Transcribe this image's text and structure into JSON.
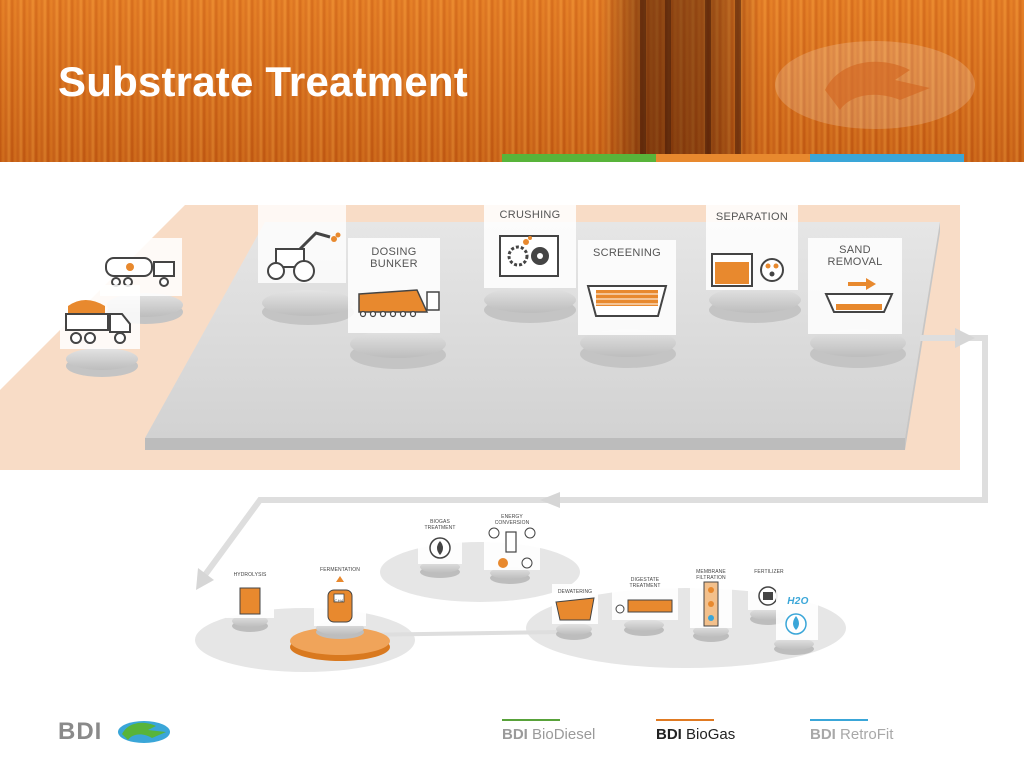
{
  "title": "Substrate Treatment",
  "stage_labels": {
    "dosing_bunker": [
      "DOSING",
      "BUNKER"
    ],
    "crushing": "CRUSHING",
    "screening": "SCREENING",
    "separation": "SEPARATION",
    "sand_removal": [
      "SAND",
      "REMOVAL"
    ]
  },
  "process_labels": {
    "hydrolysis": "HYDROLYSIS",
    "fermentation": "FERMENTATION",
    "biogas_treatment": [
      "BIOGAS",
      "TREATMENT"
    ],
    "energy_conversion": [
      "ENERGY",
      "CONVERSION"
    ],
    "dewatering": "DEWATERING",
    "digestate_treatment": [
      "DIGESTATE",
      "TREATMENT"
    ],
    "membrane_filtration": [
      "MEMBRANE",
      "FILTRATION"
    ],
    "fertilizer": "FERTILIZER",
    "water": "H2O",
    "methane": "CH4"
  },
  "footer": {
    "logo_text": "BDI",
    "brands": [
      {
        "prefix": "BDI",
        "name": "BioDiesel",
        "color": "#58a23a"
      },
      {
        "prefix": "BDI",
        "name": "BioGas",
        "color": "#e07a22"
      },
      {
        "prefix": "BDI",
        "name": "RetroFit",
        "color": "#3aa6d8"
      }
    ]
  },
  "colors": {
    "accent_orange": "#e8892e",
    "green": "#58b43a",
    "blue": "#3aa6d8",
    "platform_gray": "#d9d9d9"
  }
}
